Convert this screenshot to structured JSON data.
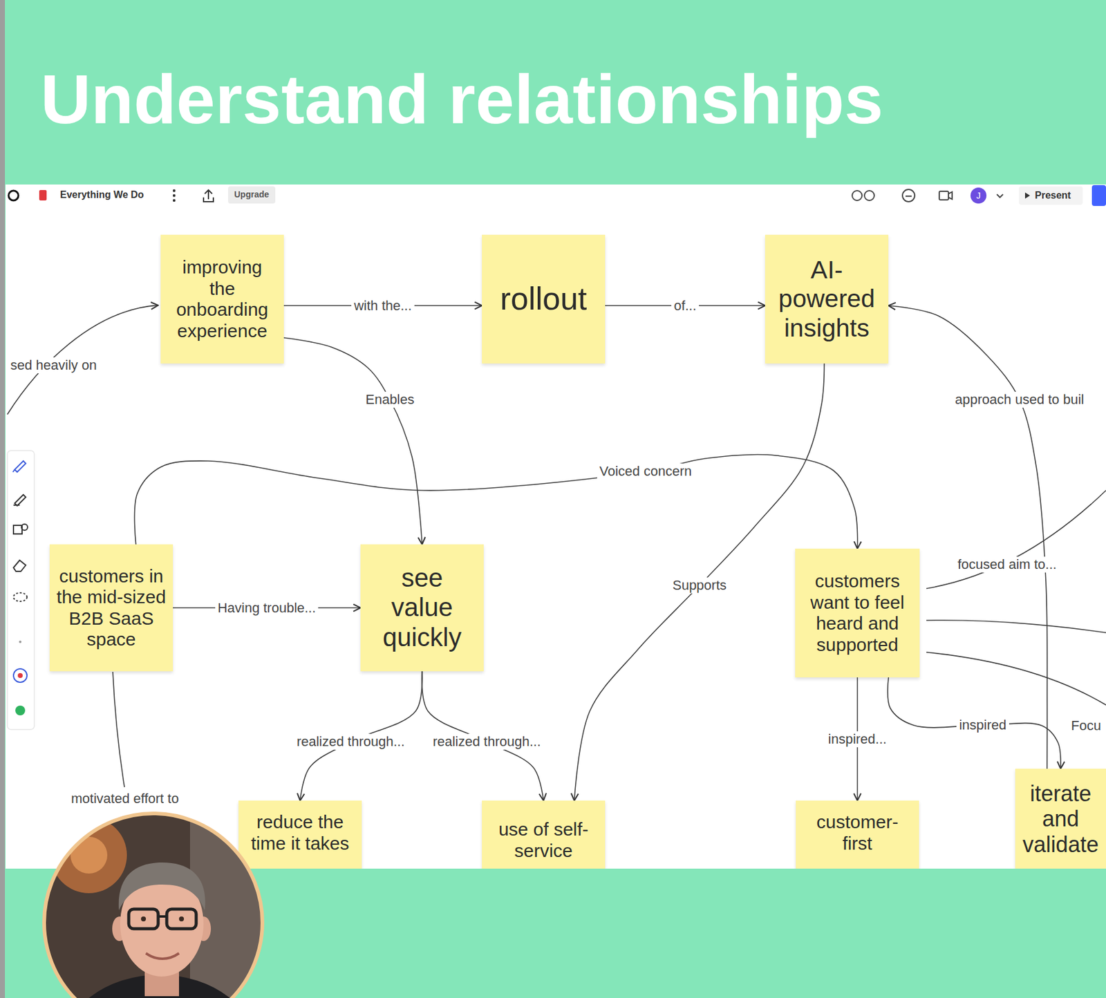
{
  "diagram": {
    "title": "Understand relationships",
    "nodes": [
      {
        "text": [
          "improving the onboarding experience"
        ]
      },
      {
        "text": [
          "rollout"
        ]
      },
      {
        "text": [
          "AI-powered insights"
        ]
      },
      {
        "text": [
          "customers in the mid-sized B2B SaaS space"
        ]
      },
      {
        "text": [
          "see value quickly"
        ]
      },
      {
        "text": [
          "customers want to feel heard and supported"
        ]
      },
      {
        "text": [
          "reduce the time it takes"
        ]
      },
      {
        "text": [
          "use of self-service"
        ]
      },
      {
        "text": [
          "customer-first"
        ]
      },
      {
        "text": [
          "iterate and validate"
        ]
      }
    ],
    "edges": [
      {
        "from": 0,
        "to": 1,
        "label": "with the...",
        "arrow": "to"
      },
      {
        "from": 1,
        "to": 2,
        "label": "of...",
        "arrow": "to"
      },
      {
        "from": 0,
        "to": 4,
        "label": "Enables",
        "arrow": "to"
      },
      {
        "from": 3,
        "to": 4,
        "label": "Having trouble...",
        "arrow": "to"
      },
      {
        "from": 3,
        "to": 5,
        "label": "Voiced concern",
        "arrow": "to"
      },
      {
        "from": 2,
        "to": 7,
        "label": "Supports",
        "arrow": "to"
      },
      {
        "from": 4,
        "to": 6,
        "label": "realized through...",
        "arrow": "to"
      },
      {
        "from": 4,
        "to": 7,
        "label": "realized through...",
        "arrow": "to"
      },
      {
        "from": 5,
        "to": 8,
        "label": "inspired...",
        "arrow": "to"
      },
      {
        "from": 5,
        "to": 9,
        "label": "inspired",
        "arrow": "to"
      },
      {
        "from": 9,
        "to": 2,
        "label": "approach used to buil",
        "arrow": "to"
      }
    ],
    "labels": [
      "Everything We Do",
      "Upgrade",
      "J",
      "Present",
      "sed heavily on",
      "focused aim to...",
      "Focu",
      "motivated effort to"
    ]
  }
}
